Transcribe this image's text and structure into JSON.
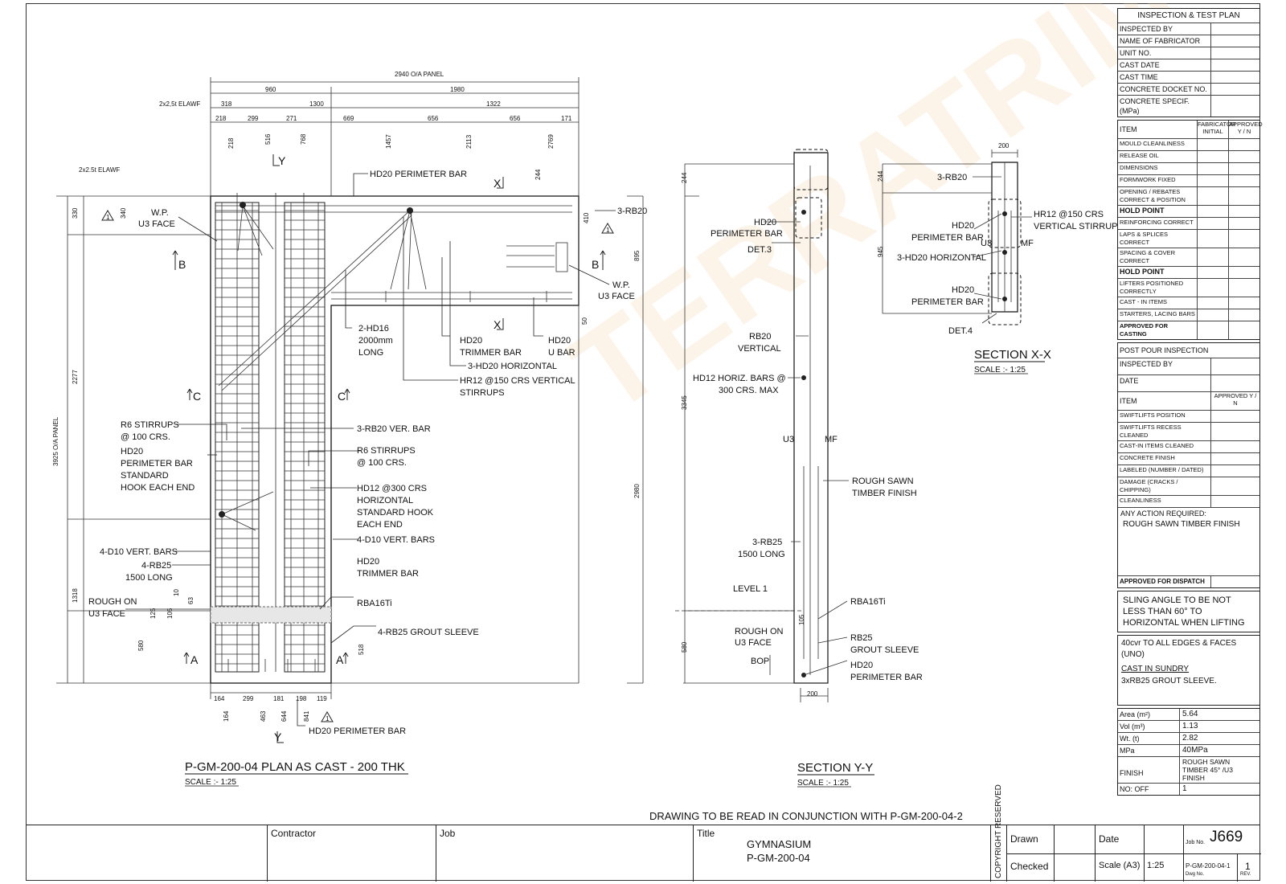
{
  "plan": {
    "title": "P-GM-200-04 PLAN AS CAST - 200 THK",
    "scale": "SCALE :- 1:25",
    "dims": {
      "overall": "2940 O/A PANEL",
      "d960": "960",
      "d1980": "1980",
      "d318": "318",
      "d1300": "1300",
      "d1322": "1322",
      "d218": "218",
      "d299": "299",
      "d271": "271",
      "d669": "669",
      "d656a": "656",
      "d656b": "656",
      "d171": "171",
      "v218": "218",
      "v516": "516",
      "v768": "768",
      "v1457": "1457",
      "v2113": "2113",
      "v2769": "2769",
      "elawf1": "2x2,5t ELAWF",
      "elawf2": "2x2.5t ELAWF",
      "h330": "330",
      "h2277": "2277",
      "h1318": "1318",
      "h3925": "3925 O/A PANEL",
      "h580": "580",
      "h895": "895",
      "h50": "50",
      "h244": "244",
      "h2980": "2980",
      "h518": "518",
      "h125": "125",
      "h105": "105",
      "h10": "10",
      "h63": "63",
      "h410": "410",
      "h340": "340",
      "b164": "164",
      "b299": "299",
      "b181": "181",
      "b198": "198",
      "b119": "119",
      "b164v": "164",
      "b463": "463",
      "b644": "644",
      "b841": "841"
    },
    "labels": {
      "hd20_perim_top": "HD20 PERIMETER BAR",
      "wp_u3_left1": "W.P.",
      "wp_u3_left2": "U3 FACE",
      "rb20_3": "3-RB20",
      "wp_right1": "W.P.",
      "wp_right2": "U3 FACE",
      "hd16_1": "2-HD16",
      "hd16_2": "2000mm",
      "hd16_3": "LONG",
      "trimmer1": "HD20",
      "trimmer2": "TRIMMER BAR",
      "ubar1": "HD20",
      "ubar2": "U BAR",
      "hd20h": "3-HD20 HORIZONTAL",
      "hr12_1": "HR12 @150 CRS VERTICAL",
      "hr12_2": "STIRRUPS",
      "r6a1": "R6 STIRRUPS",
      "r6a2": "@ 100 CRS.",
      "hd20p1": "HD20",
      "hd20p2": "PERIMETER BAR",
      "hd20p3": "STANDARD",
      "hd20p4": "HOOK EACH END",
      "rb20v": "3-RB20 VER. BAR",
      "r6b1": "R6 STIRRUPS",
      "r6b2": "@ 100 CRS.",
      "hd12_1": "HD12 @300 CRS",
      "hd12_2": "HORIZONTAL",
      "hd12_3": "STANDARD HOOK",
      "hd12_4": "EACH END",
      "d10a": "4-D10 VERT. BARS",
      "d10b": "4-D10 VERT. BARS",
      "rb25_1": "4-RB25",
      "rb25_2": "1500 LONG",
      "tr2_1": "HD20",
      "tr2_2": "TRIMMER BAR",
      "rough1": "ROUGH ON",
      "rough2": "U3 FACE",
      "rba": "RBA16Ti",
      "grout": "4-RB25 GROUT SLEEVE",
      "hd20_bottom": "HD20 PERIMETER BAR",
      "secA": "A",
      "secB": "B",
      "secC": "C",
      "secX": "X",
      "secY": "Y",
      "rev": "1"
    }
  },
  "section_yy": {
    "title": "SECTION Y-Y",
    "scale": "SCALE :- 1:25",
    "labels": {
      "hd20a1": "HD20",
      "hd20a2": "PERIMETER BAR",
      "det3": "DET.3",
      "rb20v1": "RB20",
      "rb20v2": "VERTICAL",
      "hd12_1": "HD12 HORIZ. BARS @",
      "hd12_2": "300 CRS. MAX",
      "u3": "U3",
      "mf": "MF",
      "rough1": "ROUGH SAWN",
      "rough2": "TIMBER FINISH",
      "rb25_1": "3-RB25",
      "rb25_2": "1500 LONG",
      "level": "LEVEL 1",
      "rough_on1": "ROUGH ON",
      "rough_on2": "U3 FACE",
      "bop": "BOP",
      "rba": "RBA16Ti",
      "rb25g1": "RB25",
      "rb25g2": "GROUT SLEEVE",
      "hd20b1": "HD20",
      "hd20b2": "PERIMETER BAR",
      "d244": "244",
      "d3345": "3345",
      "d580": "580",
      "d105": "105",
      "d200": "200"
    }
  },
  "section_xx": {
    "title": "SECTION X-X",
    "scale": "SCALE :- 1:25",
    "labels": {
      "rb20": "3-RB20",
      "hr12_1": "HR12 @150 CRS",
      "hr12_2": "VERTICAL STIRRUPS",
      "hd20a1": "HD20",
      "hd20a2": "PERIMETER BAR",
      "u3": "U3",
      "mf": "MF",
      "hd20h": "3-HD20 HORIZONTAL",
      "hd20b1": "HD20",
      "hd20b2": "PERIMETER BAR",
      "det4": "DET.4",
      "d200": "200",
      "d244": "244",
      "d945": "945"
    }
  },
  "itp": {
    "title": "INSPECTION & TEST PLAN",
    "top_rows": [
      "INSPECTED BY",
      "NAME OF FABRICATOR",
      "UNIT NO.",
      "CAST DATE",
      "CAST TIME",
      "CONCRETE DOCKET NO.",
      "CONCRETE SPECIF. (MPa)"
    ],
    "item_header": "ITEM",
    "fab_header": "FABRICATOR INITIAL",
    "appr_header": "APPROVED Y / N",
    "items": [
      {
        "t": "MOULD CLEANLINESS",
        "b": false
      },
      {
        "t": "RELEASE OIL",
        "b": false
      },
      {
        "t": "DIMENSIONS",
        "b": false
      },
      {
        "t": "FORMWORK FIXED",
        "b": false
      },
      {
        "t": "OPENING / REBATES CORRECT & POSITION",
        "b": false
      },
      {
        "t": "HOLD POINT",
        "b": true
      },
      {
        "t": "REINFORCING CORRECT",
        "b": false
      },
      {
        "t": "LAPS & SPLICES CORRECT",
        "b": false
      },
      {
        "t": "SPACING & COVER CORRECT",
        "b": false
      },
      {
        "t": "HOLD POINT",
        "b": true
      },
      {
        "t": "LIFTERS POSITIONED CORRECTLY",
        "b": false
      },
      {
        "t": "CAST - IN ITEMS",
        "b": false
      },
      {
        "t": "STARTERS, LACING BARS",
        "b": false
      },
      {
        "t": "APPROVED FOR CASTING",
        "b": true
      }
    ],
    "post_title": "POST POUR INSPECTION",
    "post_rows": [
      "INSPECTED BY",
      "DATE"
    ],
    "post_item": "ITEM",
    "post_appr": "APPROVED Y / N",
    "post_items": [
      "SWIFTLIFTS POSITION",
      "SWIFTLIFTS RECESS CLEANED",
      "CAST-IN ITEMS CLEANED",
      "CONCRETE FINISH",
      "LABELED (NUMBER / DATED)",
      "DAMAGE (CRACKS / CHIPPING)",
      "CLEANLINESS"
    ],
    "action_label": "ANY ACTION REQUIRED:",
    "action_value": "ROUGH SAWN TIMBER FINISH",
    "approved_dispatch": "APPROVED FOR DISPATCH",
    "sling_note": "SLING ANGLE TO BE NOT LESS THAN 60° TO HORIZONTAL WHEN LIFTING",
    "cover_note": "40cvr TO ALL EDGES & FACES (UNO)",
    "sundry_title": "CAST IN SUNDRY",
    "sundry_value": "3xRB25 GROUT SLEEVE.",
    "props": [
      {
        "k": "Area (m²)",
        "v": "5.64"
      },
      {
        "k": "Vol (m³)",
        "v": "1.13"
      },
      {
        "k": "Wt. (t)",
        "v": "2.82"
      },
      {
        "k": "MPa",
        "v": "40MPa"
      },
      {
        "k": "FINISH",
        "v": "ROUGH SAWN TIMBER 45° /U3 FINISH"
      },
      {
        "k": "NO: OFF",
        "v": "1"
      }
    ]
  },
  "conjunction_note": "DRAWING TO BE READ IN CONJUNCTION WITH P-GM-200-04-2",
  "title_block": {
    "contractor": "Contractor",
    "job": "Job",
    "title_label": "Title",
    "title_line1": "GYMNASIUM",
    "title_line2": "P-GM-200-04",
    "copyright": "COPYRIGHT RESERVED",
    "drawn": "Drawn",
    "checked": "Checked",
    "date": "Date",
    "scale_label": "Scale (A3)",
    "scale_value": "1:25",
    "job_no_label": "Job No.",
    "job_no": "J669",
    "dwg_no": "P-GM-200-04-1",
    "dwg_no_label": "Dwg No.",
    "rev": "1",
    "rev_label": "REV."
  },
  "watermark": "TERRATRIM"
}
